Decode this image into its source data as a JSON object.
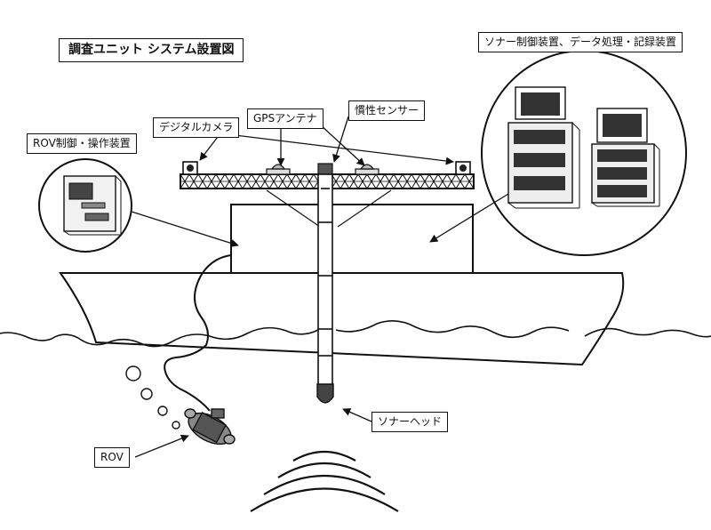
{
  "title": "調査ユニット システム設置図",
  "labels": {
    "sonar_control": "ソナー制御装置、データ処理・記録装置",
    "rov_control": "ROV制御・操作装置",
    "digital_camera": "デジタルカメラ",
    "gps_antenna": "GPSアンテナ",
    "inertial_sensor": "慣性センサー",
    "sonar_head": "ソナーヘッド",
    "rov": "ROV"
  }
}
